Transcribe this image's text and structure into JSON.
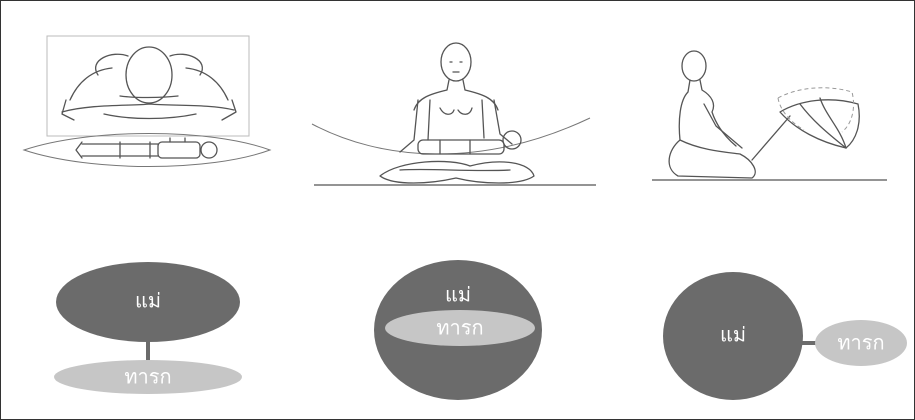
{
  "diagrams": [
    {
      "mother": "แม่",
      "baby": "ทารก"
    },
    {
      "mother": "แม่",
      "baby": "ทารก"
    },
    {
      "mother": "แม่",
      "baby": "ทารก"
    }
  ],
  "colors": {
    "mother_fill": "#6b6b6b",
    "baby_fill": "#c6c6c6",
    "connector": "#6b6b6b",
    "frame": "#333333"
  }
}
